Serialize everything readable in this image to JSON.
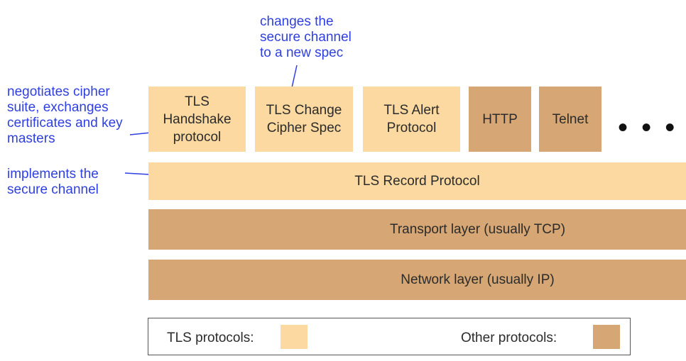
{
  "protocols": {
    "handshake": "TLS\nHandshake\nprotocol",
    "change_cipher": "TLS Change\nCipher Spec",
    "alert": "TLS Alert\nProtocol",
    "http": "HTTP",
    "telnet": "Telnet",
    "ellipsis": "• • •",
    "record": "TLS Record Protocol",
    "transport": "Transport layer (usually TCP)",
    "network": "Network layer (usually IP)"
  },
  "annotations": {
    "handshake_note": "negotiates cipher\nsuite, exchanges\ncertificates and key\nmasters",
    "change_cipher_note": "changes the\nsecure channel\nto a new spec",
    "record_note": "implements the\nsecure channel"
  },
  "legend": {
    "tls_label": "TLS protocols:",
    "other_label": "Other protocols:"
  },
  "colors": {
    "tls": "#fbd9a0",
    "other": "#d6a774",
    "annotation": "#2f3fe0"
  }
}
